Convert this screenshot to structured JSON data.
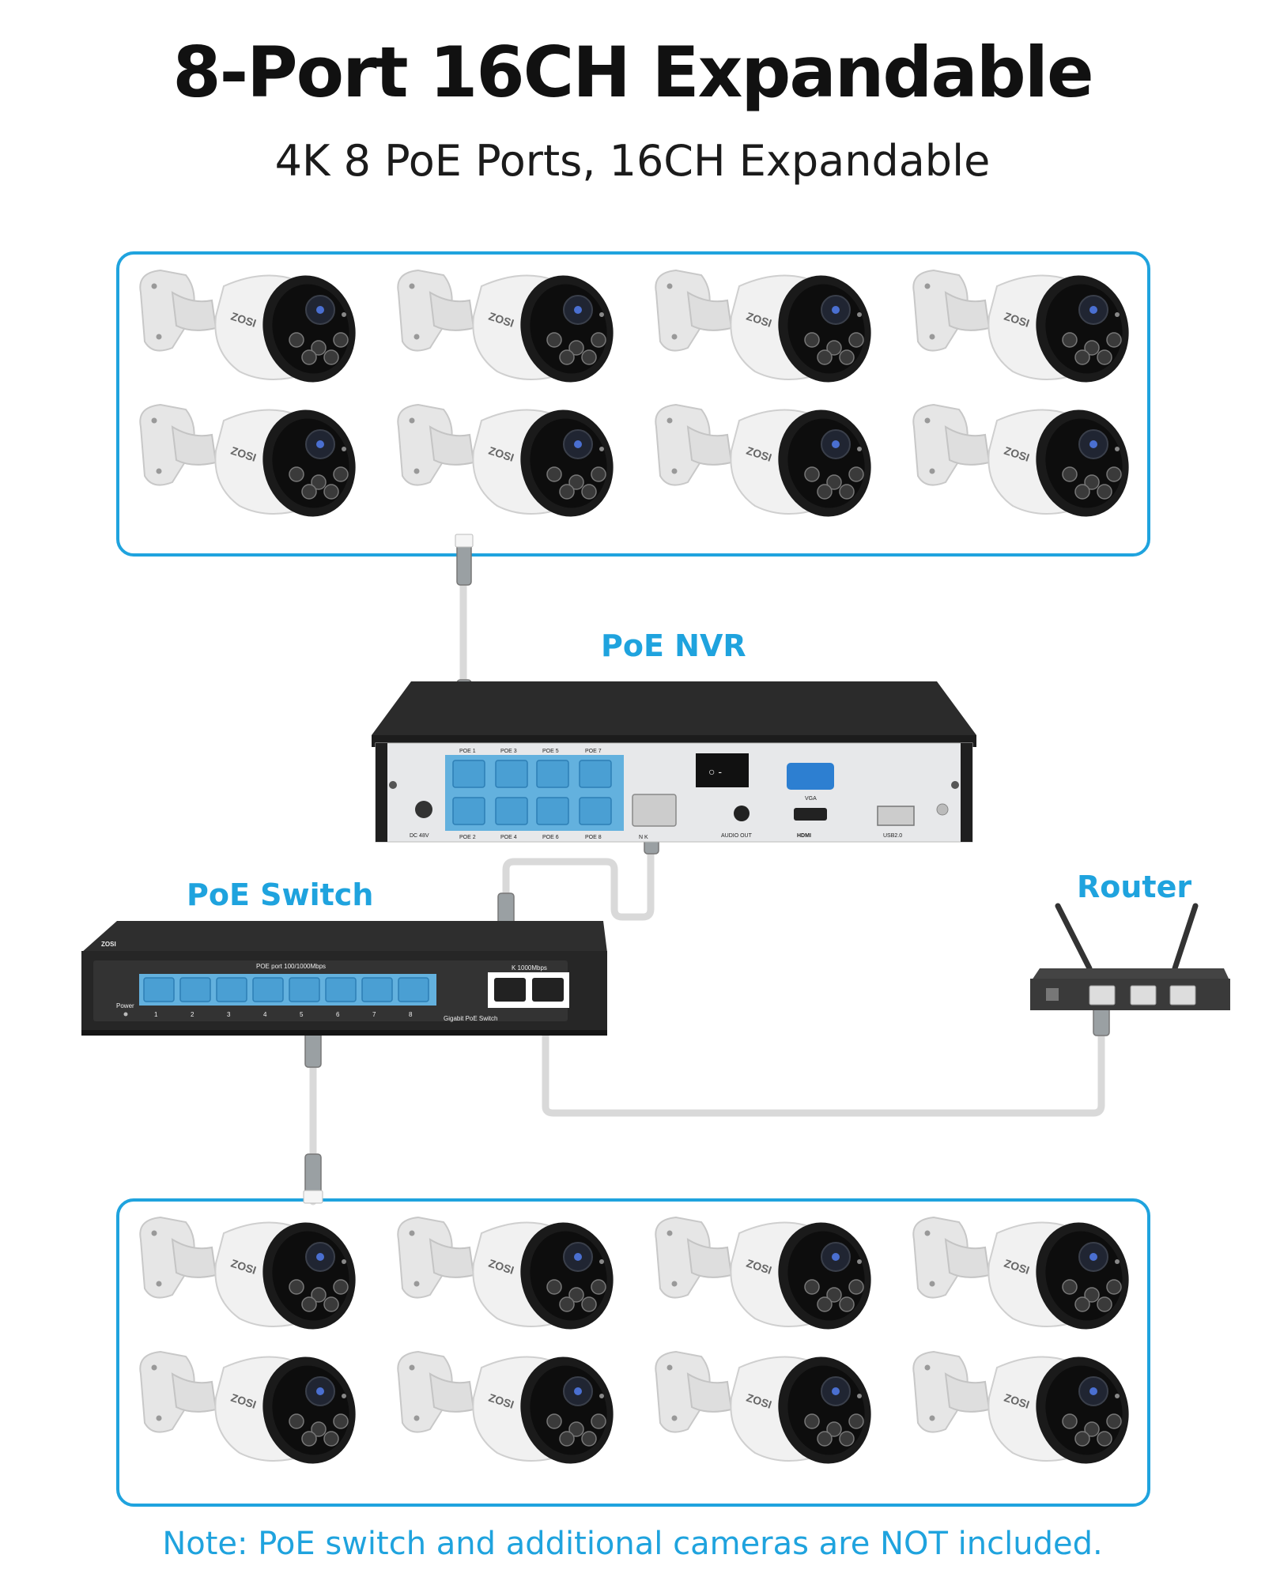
{
  "header": {
    "title": "8-Port 16CH Expandable",
    "subtitle": "4K 8 PoE Ports, 16CH Expandable"
  },
  "labels": {
    "nvr": "PoE NVR",
    "switch": "PoE Switch",
    "router": "Router"
  },
  "camera_brand": "ZOSI",
  "camera_groups": [
    {
      "name": "top",
      "count": 8,
      "rows": 2,
      "cols": 4
    },
    {
      "name": "bottom",
      "count": 8,
      "rows": 2,
      "cols": 4
    }
  ],
  "nvr": {
    "port_top_labels": [
      "POE 1",
      "POE 3",
      "POE 5",
      "POE 7"
    ],
    "port_bottom_labels": [
      "POE 2",
      "POE 4",
      "POE 6",
      "POE 8"
    ],
    "dc_label": "DC 48V",
    "audio_label": "AUDIO OUT",
    "vga_label": "VGA",
    "hdmi_label": "HDMI",
    "usb_label": "USB2.0",
    "lan_label": "N     K"
  },
  "switch": {
    "brand": "ZOSI",
    "port_header": "POE port 100/1000Mbps",
    "uplink_header": "K 1000Mbps",
    "power_label": "Power",
    "port_numbers": [
      "1",
      "2",
      "3",
      "4",
      "5",
      "6",
      "7",
      "8"
    ],
    "model_label": "Gigabit PoE Switch"
  },
  "colors": {
    "accent": "#1fa3de",
    "port_blue": "#4aa6d8",
    "device_dark": "#2b2b2b",
    "cable": "#d9d9d9"
  },
  "note": "Note: PoE switch and additional cameras are NOT included."
}
